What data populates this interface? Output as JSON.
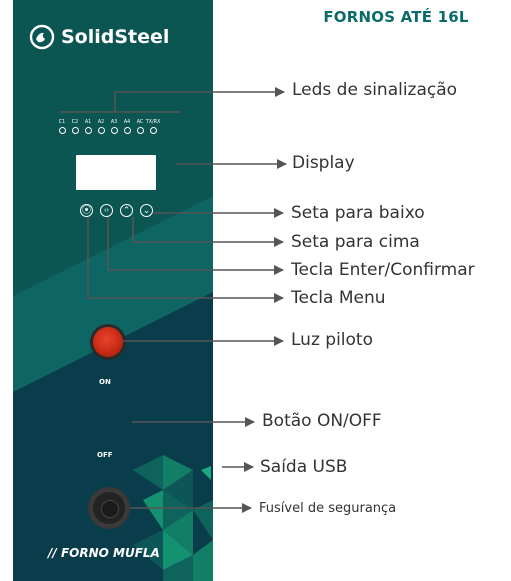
{
  "title": "FORNOS ATÉ 16L",
  "brand": {
    "name": "SolidSteel"
  },
  "leds": [
    "C1",
    "C2",
    "A1",
    "A2",
    "A3",
    "A4",
    "AC",
    "TX/RX"
  ],
  "keys": [
    {
      "id": "menu",
      "glyph": "⦿"
    },
    {
      "id": "enter",
      "glyph": "‹›"
    },
    {
      "id": "up",
      "glyph": "⌃"
    },
    {
      "id": "down",
      "glyph": "⌄"
    }
  ],
  "switch": {
    "on_label": "ON",
    "off_label": "OFF"
  },
  "footer": "// FORNO MUFLA",
  "callouts": {
    "leds": "Leds de sinalização",
    "display": "Display",
    "down": "Seta para baixo",
    "up": "Seta para cima",
    "enter": "Tecla Enter/Confirmar",
    "menu": "Tecla Menu",
    "pilot": "Luz piloto",
    "onoff": "Botão ON/OFF",
    "usb": "Saída USB",
    "fuse": "Fusível de segurança"
  },
  "colors": {
    "panel": "#0b5553",
    "panel_dark": "#0a3d4c",
    "title": "#0b6a6a",
    "pilot": "#c72a14"
  }
}
